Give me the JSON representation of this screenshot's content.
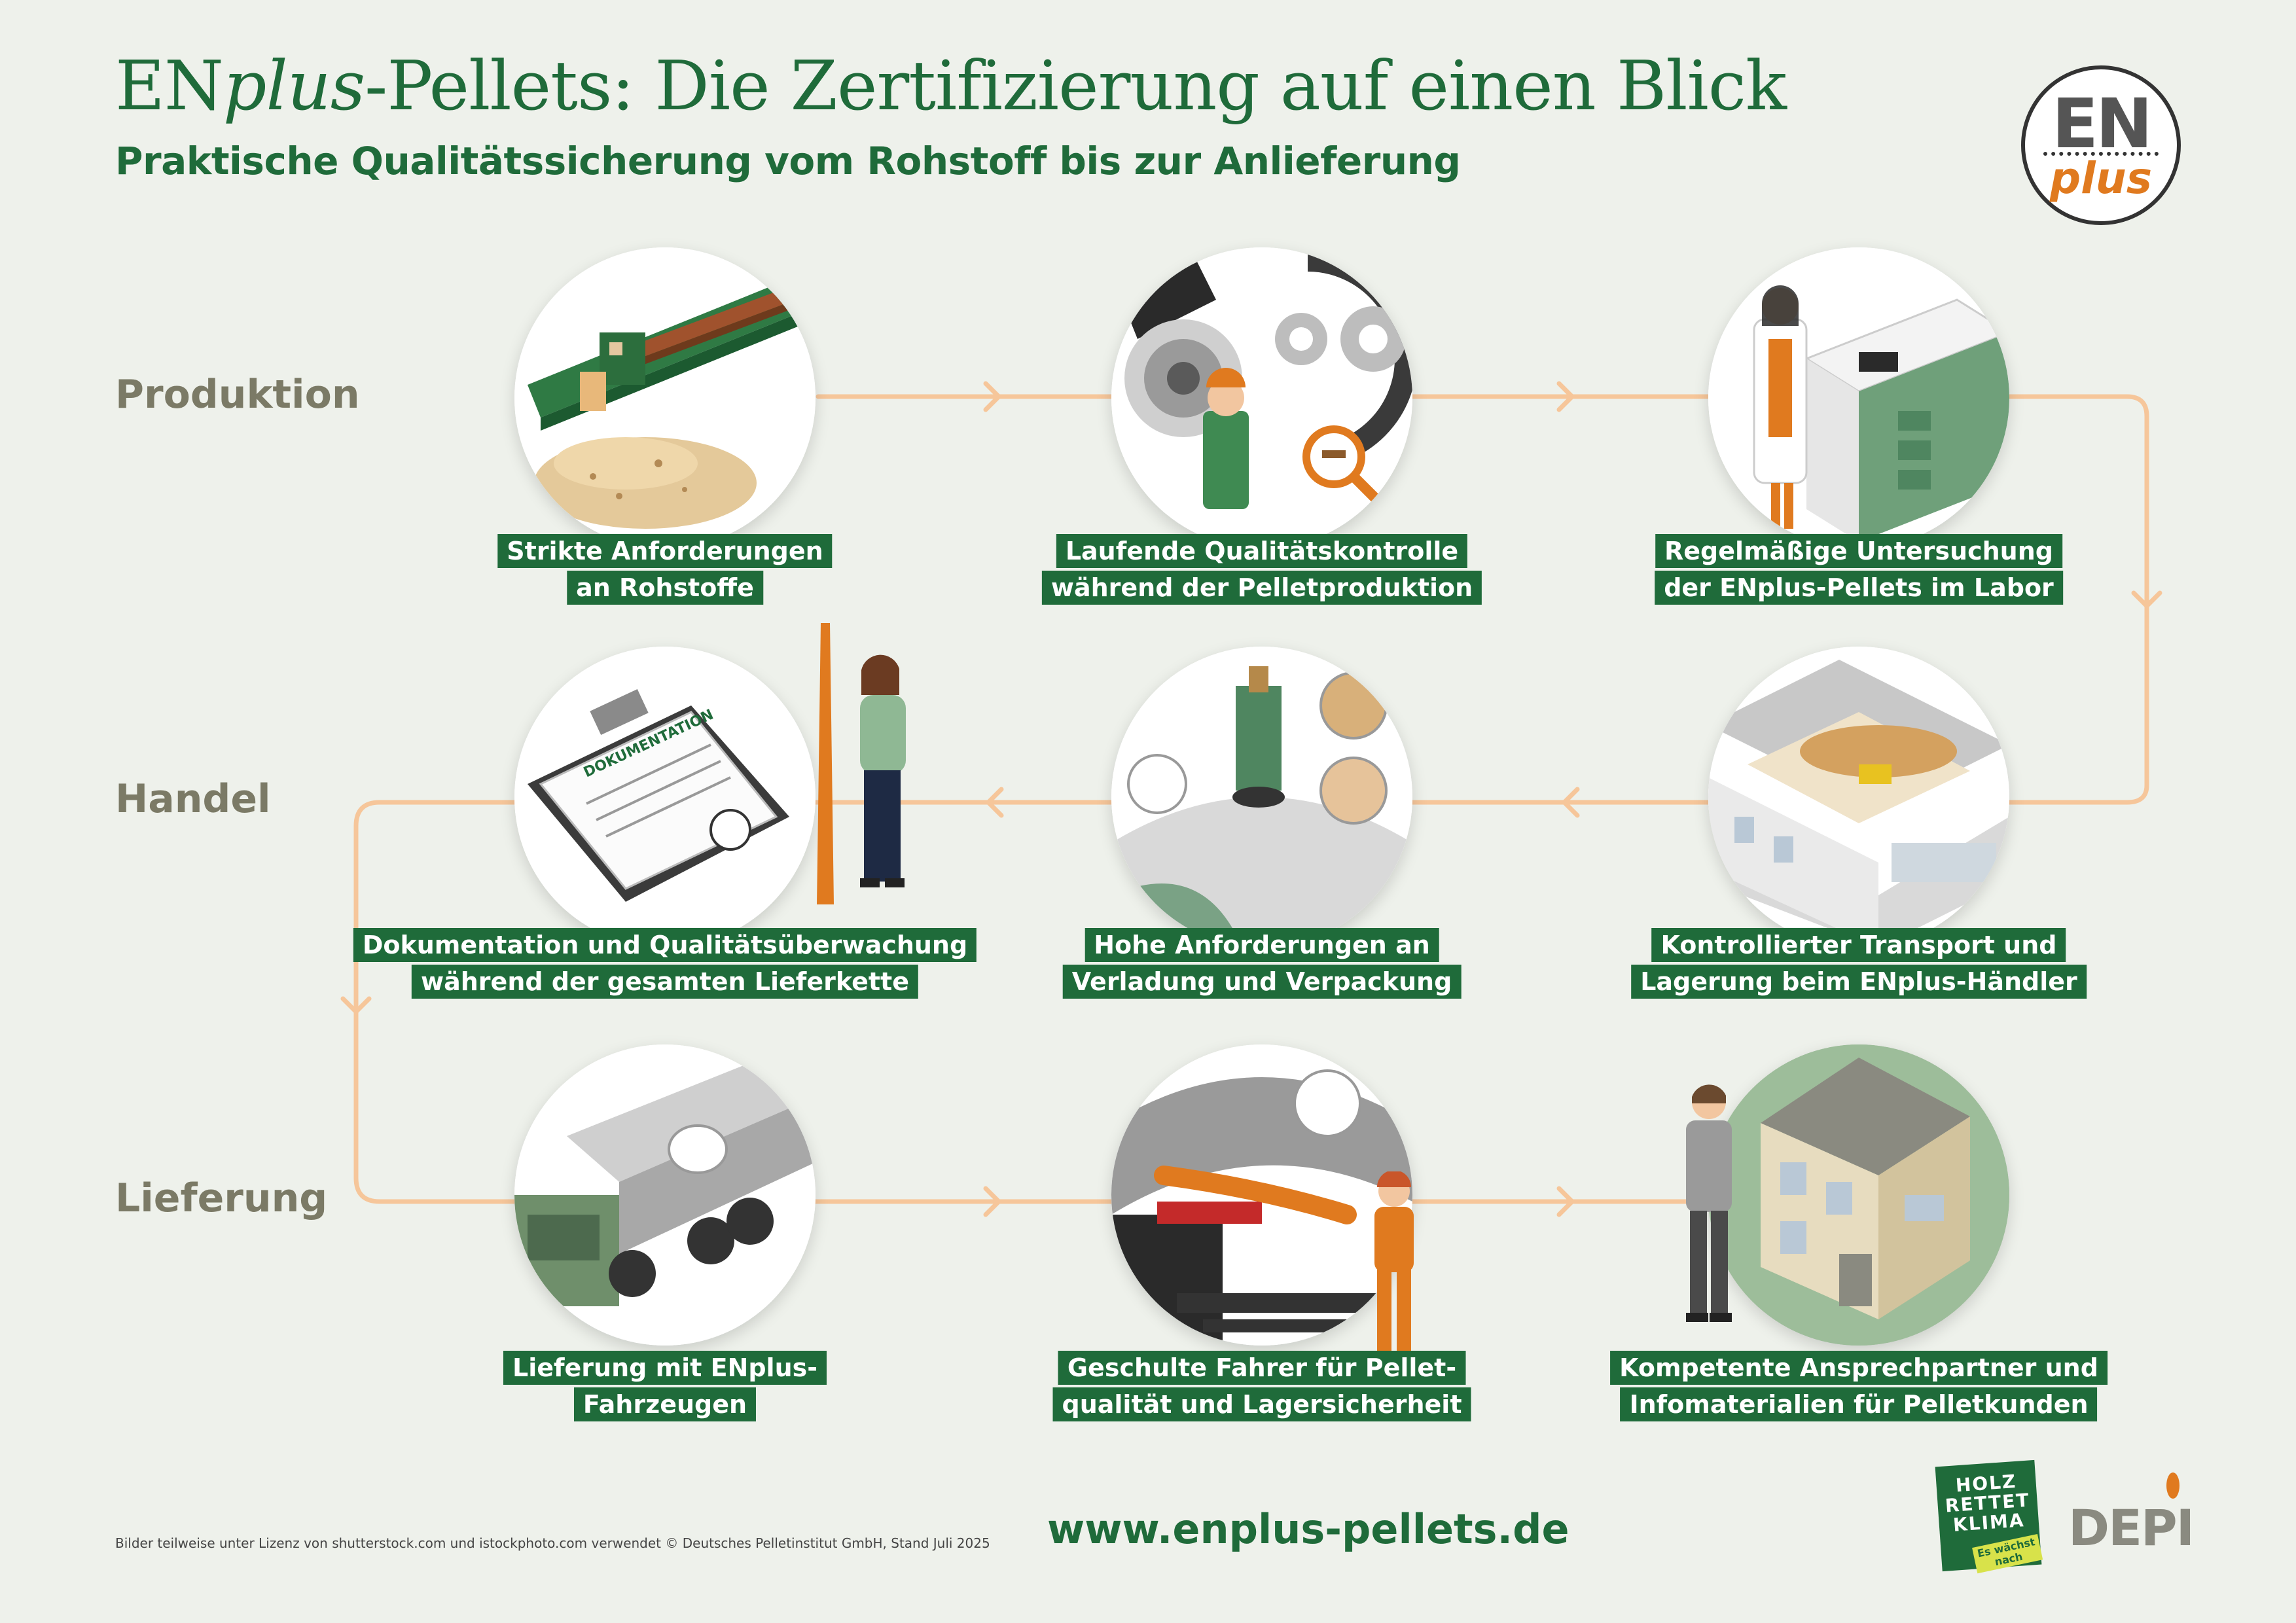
{
  "header": {
    "title_prefix": "EN",
    "title_italic": "plus",
    "title_suffix": "-Pellets: Die Zertifizierung auf einen Blick",
    "subtitle": "Praktische Qualitätssicherung vom Rohstoff bis zur Anlieferung"
  },
  "badge": {
    "en": "EN",
    "plus": "plus"
  },
  "rows": {
    "production": "Produktion",
    "trade": "Handel",
    "delivery": "Lieferung"
  },
  "steps": [
    {
      "line1": "Strikte Anforderungen",
      "line2": "an Rohstoffe",
      "icon": "sawmill-icon"
    },
    {
      "line1": "Laufende Qualitätskontrolle",
      "line2": "während der Pelletproduktion",
      "icon": "pellet-press-icon"
    },
    {
      "line1": "Regelmäßige Untersuchung",
      "line2": "der ENplus-Pellets im Labor",
      "icon": "laboratory-icon"
    },
    {
      "line1": "Kontrollierter Transport und",
      "line2": "Lagerung beim ENplus-Händler",
      "icon": "warehouse-icon"
    },
    {
      "line1": "Hohe Anforderungen an",
      "line2": "Verladung und Verpackung",
      "icon": "loading-silo-icon"
    },
    {
      "line1": "Dokumentation und Qualitätsüberwachung",
      "line2": "während der gesamten Lieferkette",
      "icon": "documentation-icon"
    },
    {
      "line1": "Lieferung mit ENplus-",
      "line2": "Fahrzeugen",
      "icon": "tanker-truck-icon"
    },
    {
      "line1": "Geschulte Fahrer für Pellet-",
      "line2": "qualität und Lagersicherheit",
      "icon": "driver-hose-icon"
    },
    {
      "line1": "Kompetente Ansprechpartner und",
      "line2": "Infomaterialien für Pelletkunden",
      "icon": "house-contact-icon"
    }
  ],
  "doc_label": "DOKUMENTATION",
  "footer": {
    "note": "Bilder teilweise unter Lizenz von shutterstock.com und istockphoto.com verwendet © Deutsches Pelletinstitut GmbH, Stand Juli 2025",
    "url": "www.enplus-pellets.de"
  },
  "logos": {
    "holz_lines": [
      "HOLZ",
      "RETTET",
      "KLIMA"
    ],
    "holz_sub": "Es wächst nach",
    "depi": "DEPI"
  },
  "colors": {
    "brand_green": "#1f6b3a",
    "flow_orange": "#f6c69a",
    "label_gray": "#7b7a66",
    "accent_orange": "#e07a1f"
  }
}
